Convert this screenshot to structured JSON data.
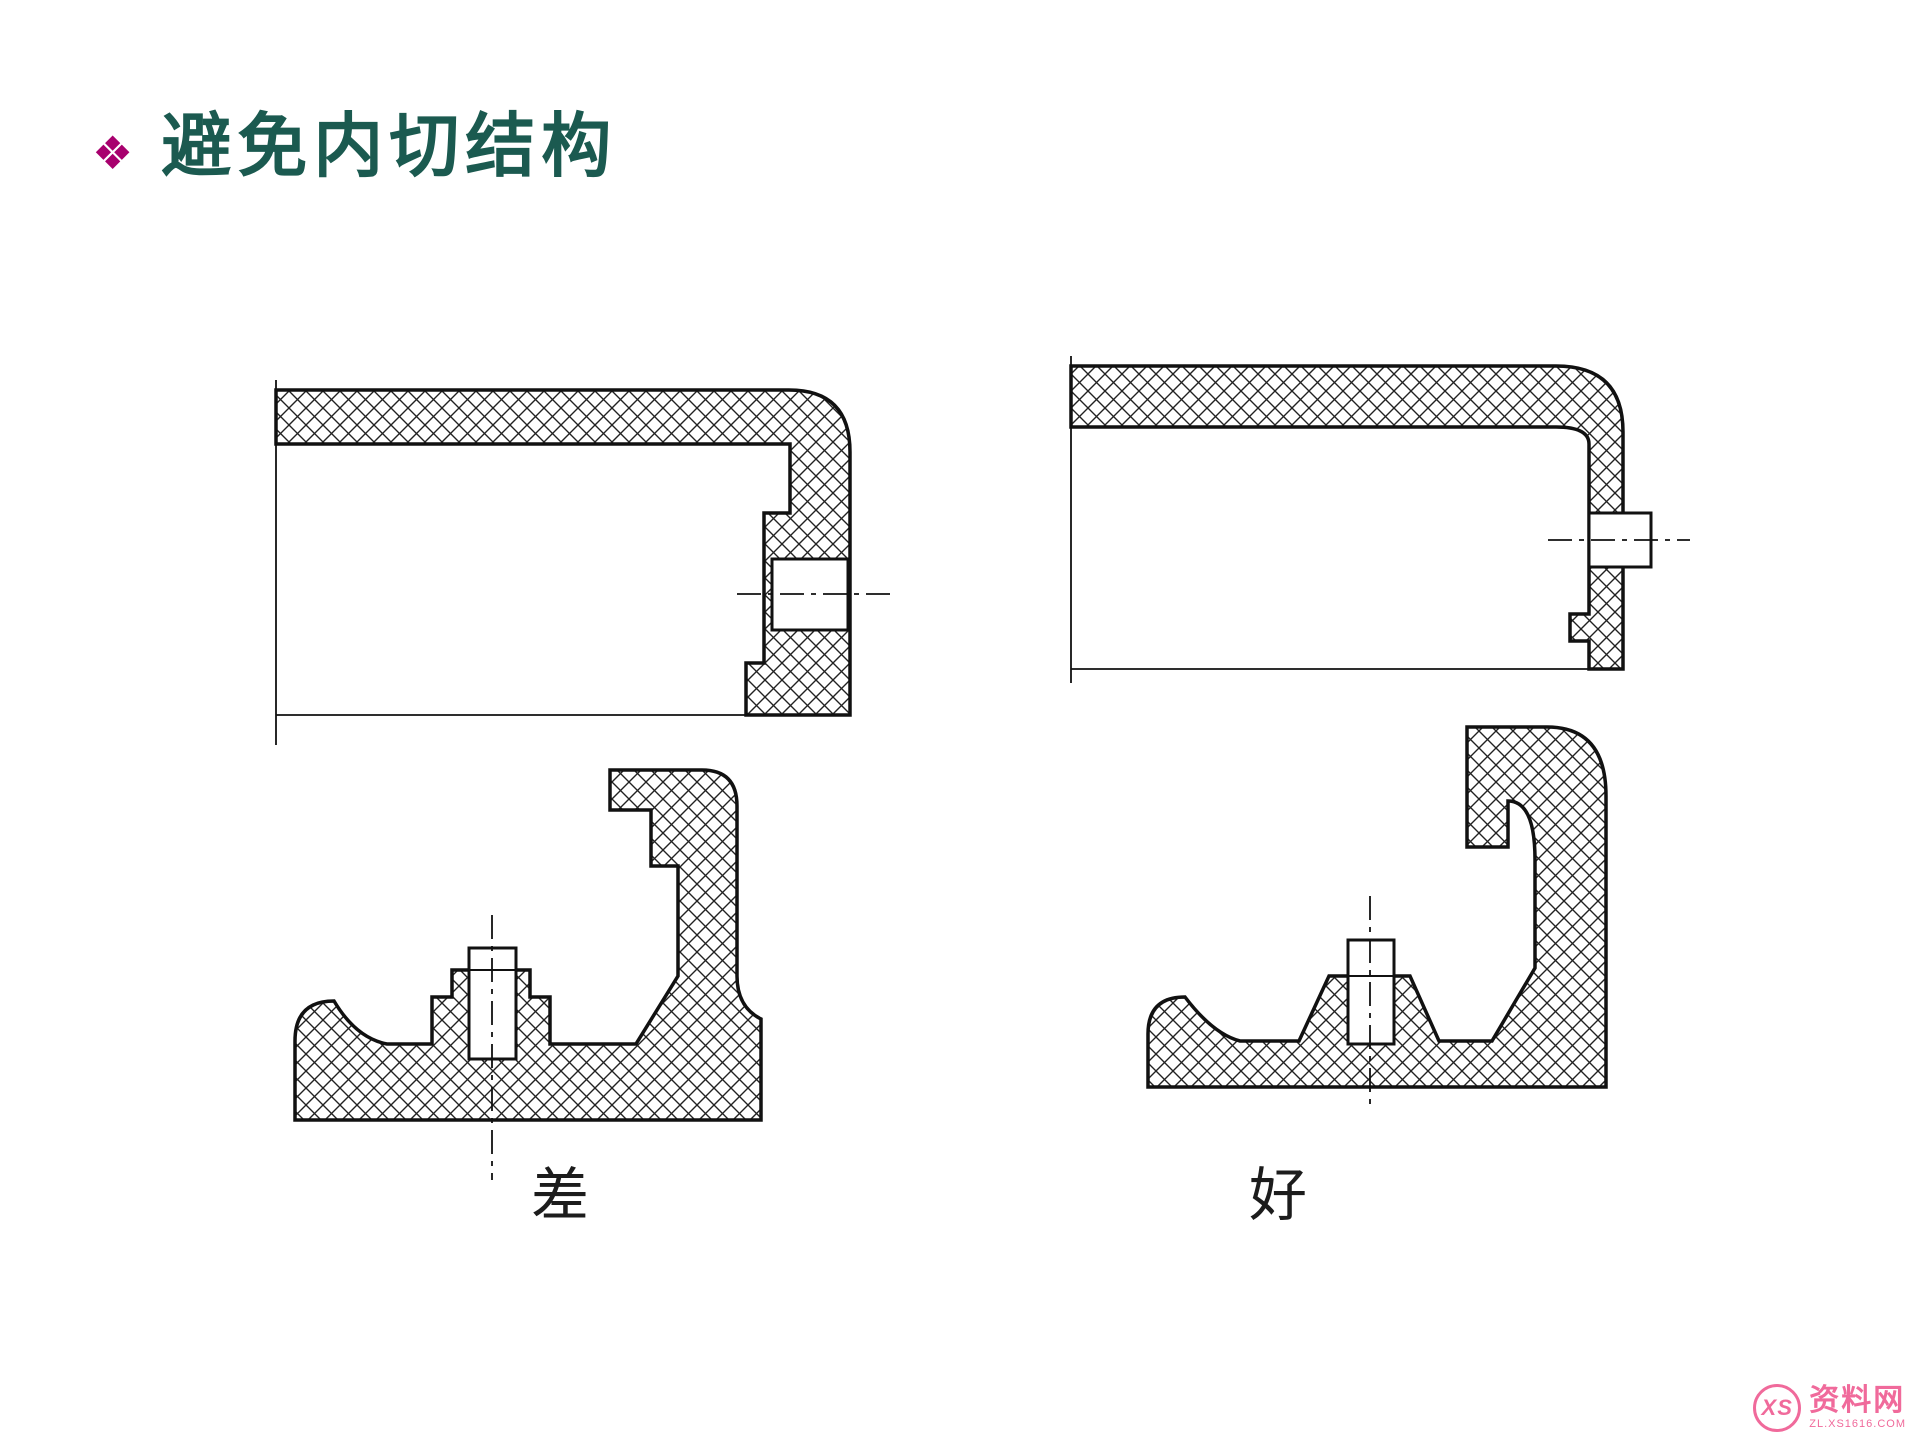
{
  "slide": {
    "bullet_glyph": "❖",
    "title": "避免内切结构"
  },
  "figures": {
    "bad_label": "差",
    "good_label": "好"
  },
  "watermark": {
    "logo_text": "XS",
    "site_name": "资料网",
    "site_url": "ZL.XS1616.COM"
  },
  "colors": {
    "title": "#1b5a50",
    "bullet": "#a8006e",
    "ink": "#1c1c1c",
    "watermark": "#f06a9b",
    "background": "#ffffff"
  }
}
